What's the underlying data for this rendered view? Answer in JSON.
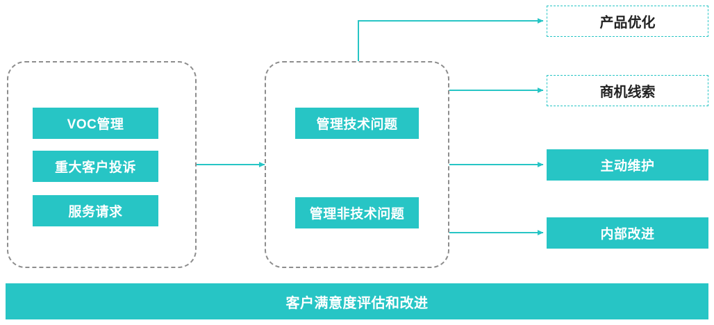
{
  "diagram": {
    "accent_color": "#27c5c5",
    "dashed_group_color": "#8d8d8d",
    "groups": [
      {
        "name": "input-group",
        "items": [
          {
            "label": "VOC管理"
          },
          {
            "label": "重大客户投诉"
          },
          {
            "label": "服务请求"
          }
        ]
      },
      {
        "name": "process-group",
        "items": [
          {
            "label": "管理技术问题"
          },
          {
            "label": "管理非技术问题"
          }
        ]
      }
    ],
    "outputs": [
      {
        "label": "产品优化",
        "style": "outline"
      },
      {
        "label": "商机线索",
        "style": "outline"
      },
      {
        "label": "主动维护",
        "style": "filled"
      },
      {
        "label": "内部改进",
        "style": "filled"
      }
    ],
    "footer": {
      "label": "客户满意度评估和改进"
    }
  }
}
